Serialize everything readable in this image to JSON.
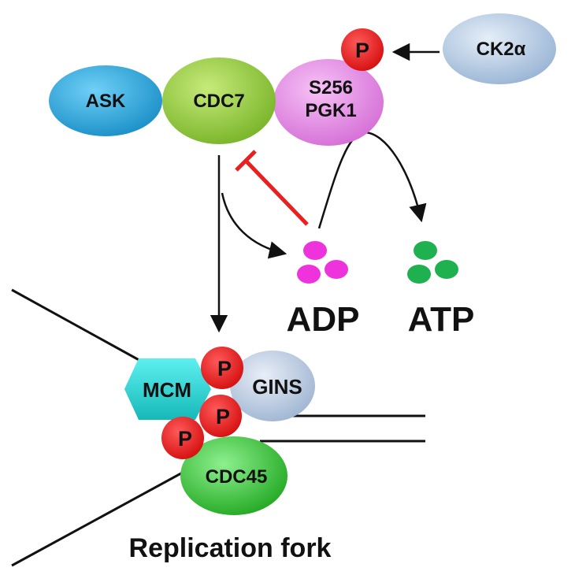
{
  "diagram": {
    "proteins": {
      "ask": "ASK",
      "cdc7": "CDC7",
      "pgk1_site": "S256",
      "pgk1": "PGK1",
      "ck2a": "CK2α",
      "mcm": "MCM",
      "gins": "GINS",
      "cdc45": "CDC45"
    },
    "phospho_label": "P",
    "metabolites": {
      "adp": "ADP",
      "atp": "ATP"
    },
    "caption": "Replication fork",
    "colors": {
      "ask": "#2aa8e0",
      "cdc7": "#9acd3c",
      "pgk1": "#e58de6",
      "ck2a": "#b7cfe7",
      "mcm": "#2ad6d6",
      "gins": "#c3d3e8",
      "cdc45": "#3fcc3f",
      "phospho": "#ee1c1c",
      "adp_dots": "#ee33dd",
      "atp_dots": "#1fb04f",
      "inhibition": "#e82020",
      "line": "#111111"
    }
  }
}
